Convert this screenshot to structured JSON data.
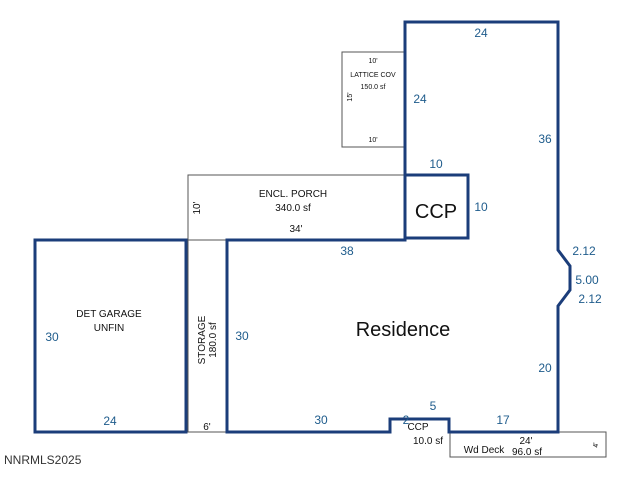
{
  "watermark": "NNRMLS2025",
  "areas": {
    "residence": {
      "label": "Residence"
    },
    "lattice": {
      "label": "LATTICE COV",
      "area": "150.0 sf",
      "top_dim": "10'",
      "bottom_dim": "10'",
      "side_dim": "15'"
    },
    "porch": {
      "label": "ENCL. PORCH",
      "area": "340.0 sf",
      "side_dim": "10'",
      "bottom_dim": "34'"
    },
    "garage": {
      "label_line1": "DET GARAGE",
      "label_line2": "UNFIN",
      "side_dim": "30",
      "bottom_dim": "24"
    },
    "storage": {
      "label": "STORAGE",
      "area": "180.0 sf",
      "bottom_dim": "6'"
    },
    "ccp_upper": {
      "label": "CCP",
      "top_dim": "10",
      "side_dim": "10"
    },
    "ccp_lower": {
      "label": "CCP",
      "area": "10.0 sf",
      "top_dim": "5"
    },
    "deck": {
      "label": "Wd Deck",
      "area": "96.0 sf",
      "top_dim": "24'",
      "side_dim": "4'"
    }
  },
  "residence_dims": {
    "top": "24",
    "upper_left": "24",
    "right_upper": "36",
    "porch_top": "38",
    "left": "30",
    "bump_1": "2.12",
    "bump_2": "5.00",
    "bump_3": "2.12",
    "right_lower": "20",
    "bottom_left": "30",
    "bottom_2": "2",
    "bottom_right": "17"
  }
}
